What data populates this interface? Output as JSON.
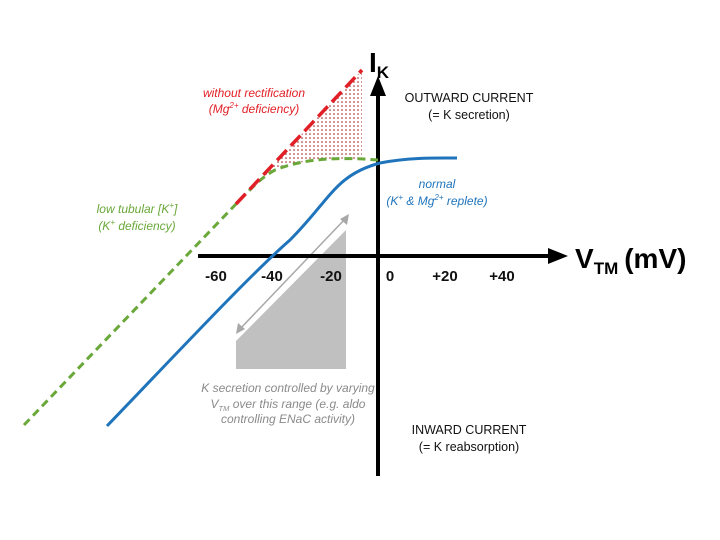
{
  "axes": {
    "y_label_main": "I",
    "y_label_sub": "K",
    "x_label_main": "V",
    "x_label_sub": "TM",
    "x_label_unit": "(mV)",
    "x_ticks": [
      "-60",
      "-40",
      "-20",
      "0",
      "+20",
      "+40"
    ]
  },
  "regions": {
    "outward_line1": "OUTWARD CURRENT",
    "outward_line2": "(= K secretion)",
    "inward_line1": "INWARD CURRENT",
    "inward_line2": "(= K reabsorption)"
  },
  "annotations": {
    "rect_line1": "without rectification",
    "rect_line2_pre": "(Mg",
    "rect_line2_sup": "2+",
    "rect_line2_post": " deficiency)",
    "normal_line1": "normal",
    "normal_line2_a": "(K",
    "normal_line2_sup1": "+",
    "normal_line2_b": " & Mg",
    "normal_line2_sup2": "2+",
    "normal_line2_c": " replete)",
    "low_line1": "low tubular [K",
    "low_line1_sup": "+",
    "low_line1_post": "]",
    "low_line2_pre": "(K",
    "low_line2_sup": "+",
    "low_line2_post": " deficiency)",
    "gray_line1": "K secretion controlled by varying",
    "gray_line2_pre": "V",
    "gray_line2_sub": "TM",
    "gray_line2_post": " over this range (e.g. aldo",
    "gray_line3": "controlling ENaC activity)"
  },
  "colors": {
    "normal": "#1f74bb",
    "low_k": "#6aa83a",
    "rectification": "#e11f26",
    "gray_region": "#c0c0c0",
    "gray_text": "#8a8a8a",
    "axis": "#000000"
  }
}
